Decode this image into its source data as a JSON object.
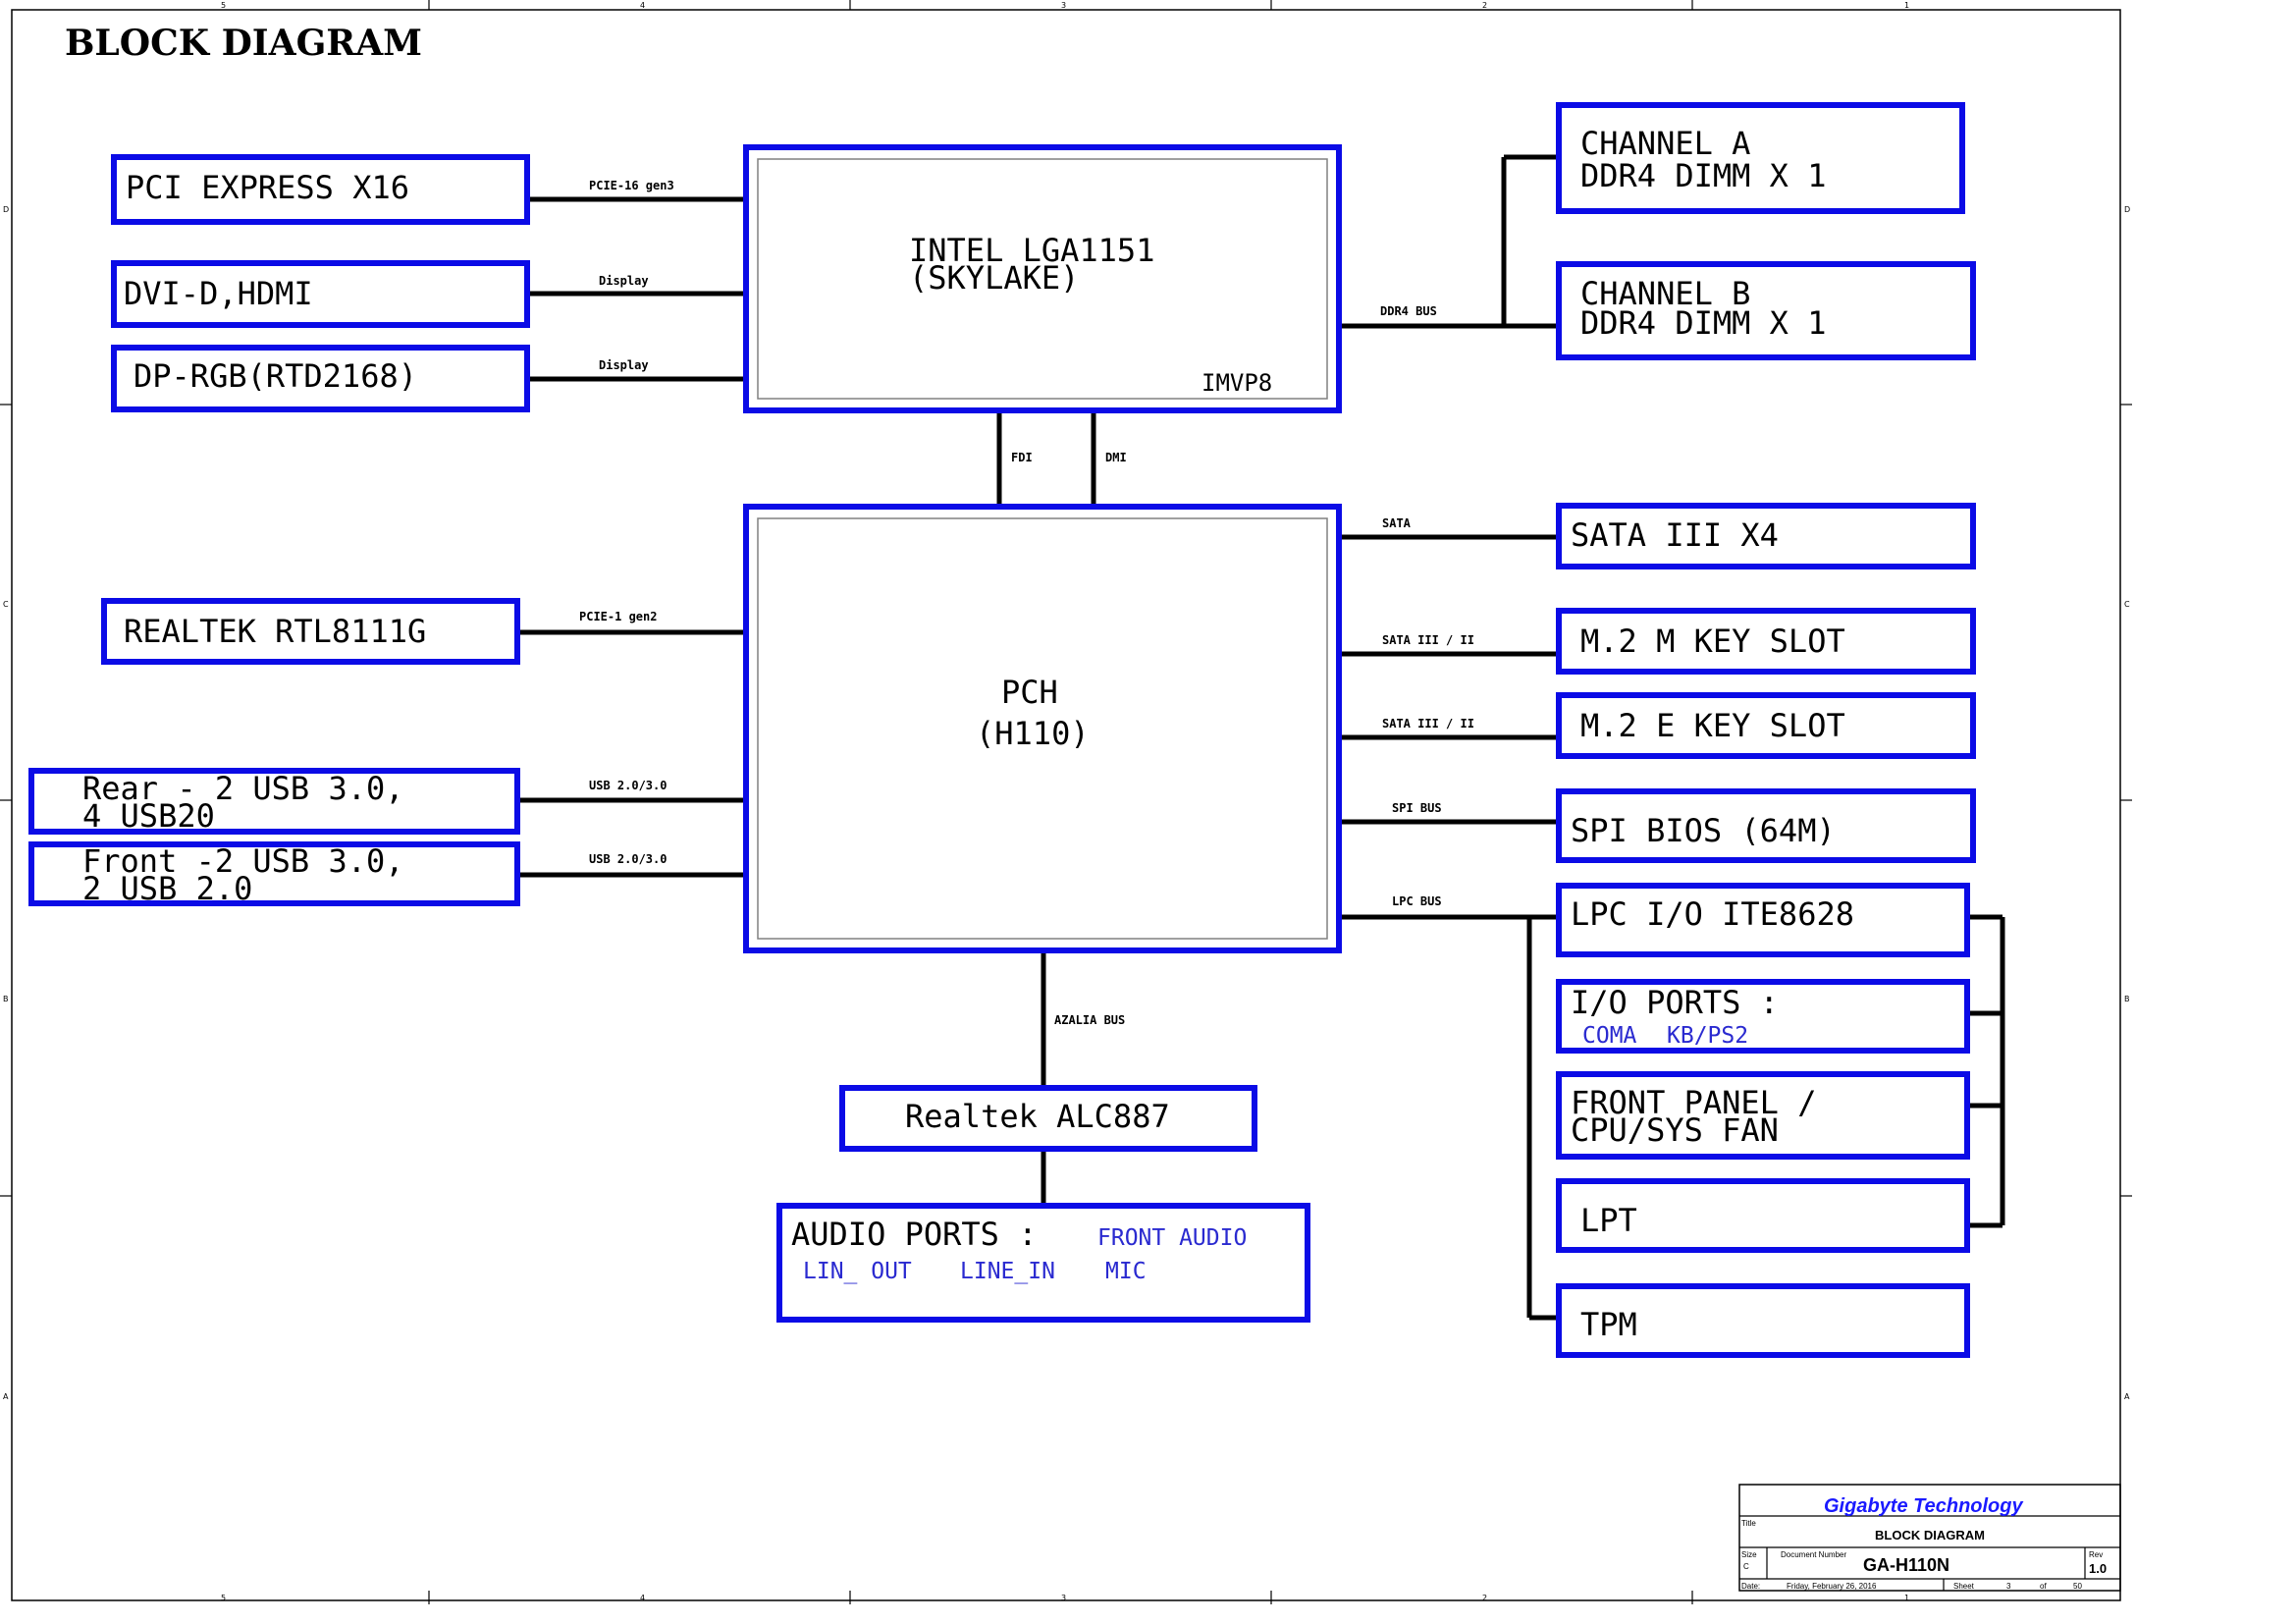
{
  "title": "BLOCK DIAGRAM",
  "cpu": {
    "line1": "INTEL LGA1151",
    "line2": "(SKYLAKE)",
    "vr": "IMVP8"
  },
  "pch": {
    "line1": "PCH",
    "line2": "(H110)"
  },
  "left_cpu": [
    {
      "label": "PCI EXPRESS X16",
      "bus": "PCIE-16 gen3"
    },
    {
      "label": "DVI-D,HDMI",
      "bus": "Display"
    },
    {
      "label": "DP-RGB(RTD2168)",
      "bus": "Display"
    }
  ],
  "memory": {
    "bus": "DDR4 BUS",
    "channels": [
      {
        "line1": "CHANNEL A",
        "line2": "DDR4  DIMM X 1"
      },
      {
        "line1": "CHANNEL B",
        "line2": "DDR4 DIMM X 1"
      }
    ]
  },
  "cpu_pch_links": [
    "FDI",
    "DMI"
  ],
  "left_pch": [
    {
      "line1": "REALTEK RTL8111G",
      "line2": "",
      "bus": "PCIE-1 gen2"
    },
    {
      "line1": "Rear - 2 USB 3.0,",
      "line2": "4 USB20",
      "bus": "USB 2.0/3.0"
    },
    {
      "line1": "Front -2 USB 3.0,",
      "line2": "2 USB 2.0",
      "bus": "USB 2.0/3.0"
    }
  ],
  "right_pch": [
    {
      "label": "SATA III X4",
      "bus": "SATA"
    },
    {
      "label": "M.2 M KEY SLOT",
      "bus": "SATA III / II"
    },
    {
      "label": "M.2 E KEY SLOT",
      "bus": "SATA III / II"
    },
    {
      "label": "SPI BIOS (64M)",
      "bus": "SPI BUS"
    }
  ],
  "lpc": {
    "bus": "LPC BUS",
    "io_chip": "LPC I/O ITE8628",
    "io_ports": {
      "label": "I/O PORTS :",
      "items": [
        "COMA",
        "KB/PS2"
      ]
    },
    "front_panel": {
      "line1": "FRONT PANEL /",
      "line2": "CPU/SYS FAN"
    },
    "lpt": "LPT",
    "tpm": "TPM"
  },
  "audio": {
    "bus": "AZALIA BUS",
    "codec": "Realtek ALC887",
    "ports_label": "AUDIO PORTS :",
    "ports": [
      "FRONT AUDIO",
      "LIN_ OUT",
      "LINE_IN",
      "MIC"
    ]
  },
  "title_block": {
    "company": "Gigabyte Technology",
    "title_caption": "Title",
    "title": "BLOCK DIAGRAM",
    "size_caption": "Size",
    "size": "C",
    "docnum_caption": "Document Number",
    "docnum": "GA-H110N",
    "rev_caption": "Rev",
    "rev": "1.0",
    "date_caption": "Date:",
    "date": "Friday, February 26, 2016",
    "sheet_caption": "Sheet",
    "sheet": "3",
    "of_caption": "of",
    "of": "50"
  },
  "zones": {
    "columns": [
      "5",
      "4",
      "3",
      "2",
      "1"
    ],
    "rows": [
      "D",
      "C",
      "B",
      "A"
    ]
  }
}
